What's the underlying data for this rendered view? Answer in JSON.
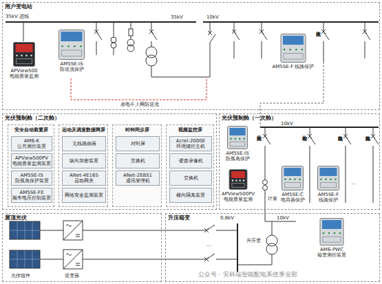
{
  "diagram": {
    "nodes": [
      {
        "text": [
          "用户变电站"
        ]
      },
      {
        "text": [
          "APView500 电能质量监测"
        ],
        "in": 0
      },
      {
        "text": [
          "AM5SE-IS 防逆流保护"
        ],
        "in": 0
      },
      {
        "text": [
          "AM5SE-F 线路保护"
        ],
        "in": 0
      },
      {
        "text": [
          "光伏预制舱（二次舱）"
        ]
      },
      {
        "text": [
          "安全自动装置屏"
        ],
        "in": 4
      },
      {
        "text": [
          "AM6-K 公共测控装置"
        ],
        "in": 5
      },
      {
        "text": [
          "APView500PV 电能质量监测装置"
        ],
        "in": 5
      },
      {
        "text": [
          "AM5SE-IS 防孤岛保护装置"
        ],
        "in": 5
      },
      {
        "text": [
          "AM5SE-FE 频率电压控制装置"
        ],
        "in": 5
      },
      {
        "text": [
          "远动及调度数据网屏"
        ],
        "in": 4
      },
      {
        "text": [
          "无线路由器"
        ],
        "in": 10
      },
      {
        "text": [
          "纵向加密装置"
        ],
        "in": 10
      },
      {
        "text": [
          "ANet-4E16S 远动网关"
        ],
        "in": 10
      },
      {
        "text": [
          "网络安全监测装置"
        ],
        "in": 10
      },
      {
        "text": [
          "时钟同步屏"
        ],
        "in": 4
      },
      {
        "text": [
          "对时屏"
        ],
        "in": 15
      },
      {
        "text": [
          "交换机"
        ],
        "in": 15
      },
      {
        "text": [
          "ANet-2E8S1 通讯管理机"
        ],
        "in": 15
      },
      {
        "text": [
          "视频监控屏"
        ],
        "in": 4
      },
      {
        "text": [
          "Acrel-2000E 环境辅控主机"
        ],
        "in": 19
      },
      {
        "text": [
          "硬盘录像机"
        ],
        "in": 19
      },
      {
        "text": [
          "交换机"
        ],
        "in": 19
      },
      {
        "text": [
          "横向隔离装置"
        ],
        "in": 19
      },
      {
        "text": [
          "光伏预制舱（一次舱）"
        ]
      },
      {
        "text": [
          "AM5SE-IS 防孤岛保护"
        ],
        "in": 24
      },
      {
        "text": [
          "APView500PV 电能质量监测"
        ],
        "in": 24
      },
      {
        "text": [
          "AM5SE-C 电容器保护"
        ],
        "in": 24
      },
      {
        "text": [
          "AM5SE-F 线路保护"
        ],
        "in": 24
      },
      {
        "text": [
          "屋顶光伏"
        ]
      },
      {
        "text": [
          "升压箱变"
        ]
      },
      {
        "text": [
          "AM6-PWC 箱变测控装置"
        ],
        "in": 30
      }
    ],
    "labels": [
      "35kV 进线",
      "35kV",
      "10kV",
      "光伏接入柜",
      "余电不上网防逆流",
      "10kV",
      "光伏并网柜",
      "计量",
      "无功补偿柜",
      "集电线路柜",
      "集电线路柜",
      "...",
      "光伏组件",
      "逆变器",
      "0.8kV",
      "10kV",
      "升压变",
      "...",
      "公众号 · 安科瑞智能配电系统事业部"
    ]
  }
}
